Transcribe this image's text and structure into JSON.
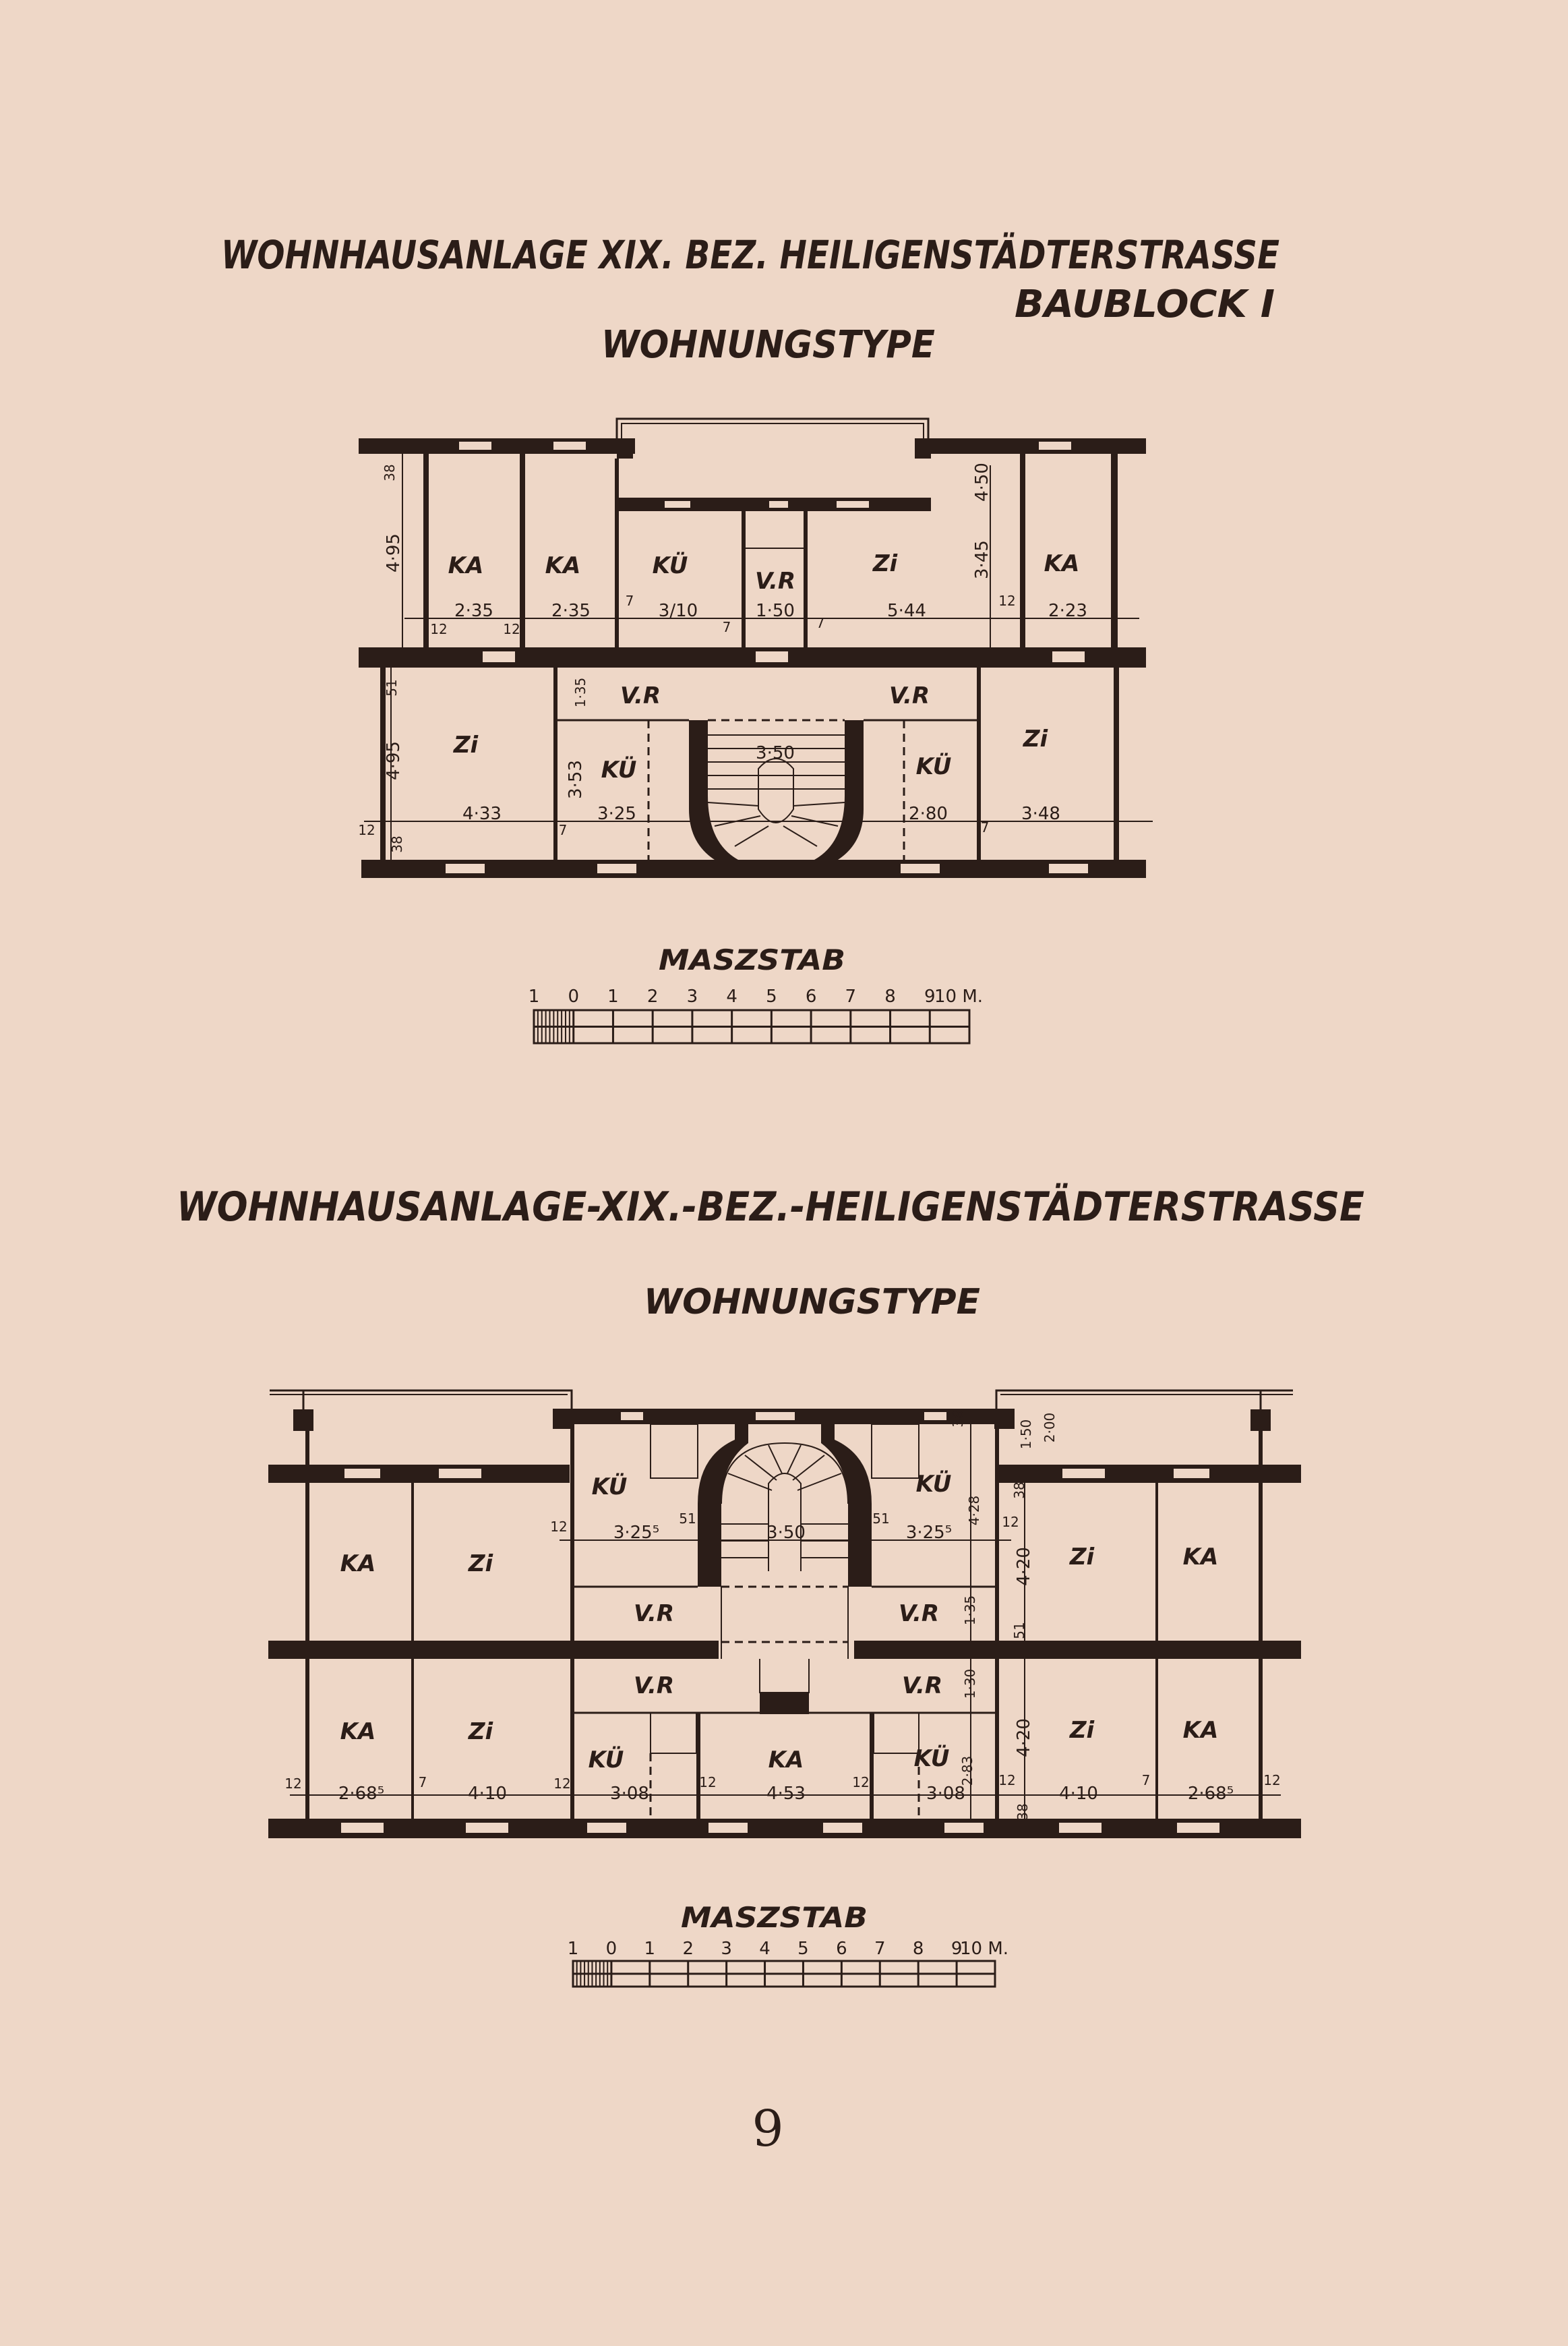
{
  "colors": {
    "paper": "#eed7c7",
    "ink": "#2b1d18"
  },
  "plan1": {
    "title": "WOHNHAUSANLAGE XIX. BEZ. HEILIGENSTÄDTERSTRASSE",
    "subtitle": "BAUBLOCK I",
    "heading": "WOHNUNGSTYPE",
    "rooms_top": [
      "KA",
      "KA",
      "KÜ",
      "V.R",
      "Zi",
      "KA"
    ],
    "rooms_bottom": [
      "Zi",
      "V.R",
      "V.R",
      "KÜ",
      "KÜ",
      "Zi"
    ],
    "dims_top": [
      "2·35",
      "2·35",
      "3/10",
      "1·50",
      "5·44",
      "2·23"
    ],
    "dims_bottom": [
      "4·33",
      "3·25",
      "3·50",
      "2·80",
      "3·48"
    ],
    "dims_vertical": [
      "4·95",
      "38",
      "3·45",
      "4·50",
      "51",
      "4·95",
      "1·35",
      "3·53",
      "38"
    ],
    "dims_small": [
      "12",
      "12",
      "7",
      "7",
      "7",
      "12",
      "12",
      "7",
      "7"
    ],
    "scale": {
      "label": "MASZSTAB",
      "ticks": [
        "1",
        "0",
        "1",
        "2",
        "3",
        "4",
        "5",
        "6",
        "7",
        "8",
        "9",
        "10 M."
      ]
    }
  },
  "plan2": {
    "title": "WOHNHAUSANLAGE-XIX.-BEZ.-HEILIGENSTÄDTERSTRASSE",
    "heading": "WOHNUNGSTYPE",
    "rooms_upper": [
      "KA",
      "Zi",
      "KÜ",
      "KÜ",
      "V.R",
      "V.R",
      "Zi",
      "KA"
    ],
    "rooms_lower": [
      "KA",
      "Zi",
      "V.R",
      "V.R",
      "KÜ",
      "KA",
      "KÜ",
      "Zi",
      "KA"
    ],
    "dims_upper": [
      "3·25⁵",
      "3·50",
      "3·25⁵",
      "51",
      "51",
      "12",
      "12"
    ],
    "dims_bottom": [
      "2·68⁵",
      "4·10",
      "3·08",
      "4·53",
      "3·08",
      "4·10",
      "2·68⁵"
    ],
    "dims_small": [
      "12",
      "7",
      "12",
      "12",
      "12",
      "12",
      "7",
      "12"
    ],
    "dims_vertical": [
      "4·28",
      "4·20",
      "38",
      "1·50",
      "2·00",
      "38",
      "1·35",
      "51",
      "1·30",
      "2·83",
      "4·20",
      "38"
    ],
    "scale": {
      "label": "MASZSTAB",
      "ticks": [
        "1",
        "0",
        "1",
        "2",
        "3",
        "4",
        "5",
        "6",
        "7",
        "8",
        "9",
        "10 M."
      ]
    }
  },
  "page_number": "9"
}
